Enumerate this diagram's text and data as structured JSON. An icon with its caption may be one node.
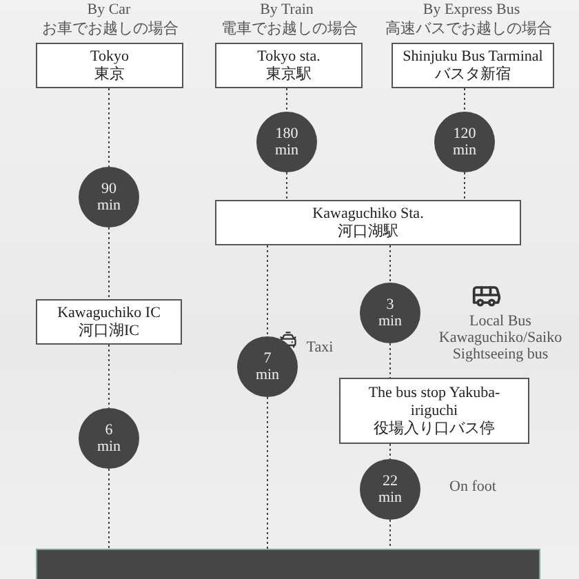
{
  "diagram": {
    "nodes": [
      {
        "text": [
          "Tokyo",
          "東京"
        ]
      },
      {
        "text": [
          "Tokyo sta.",
          "東京駅"
        ]
      },
      {
        "text": [
          "Shinjuku Bus Tarminal",
          "バスタ新宿"
        ]
      },
      {
        "text": [
          "90 min"
        ]
      },
      {
        "text": [
          "180 min"
        ]
      },
      {
        "text": [
          "120 min"
        ]
      },
      {
        "text": [
          "Kawaguchiko Sta.",
          "河口湖駅"
        ]
      },
      {
        "text": [
          "Kawaguchiko IC",
          "河口湖IC"
        ]
      },
      {
        "text": [
          "3 min"
        ],
        "beside": [
          "Local Bus Kawaguchiko/Saiko Sightseeing bus"
        ]
      },
      {
        "text": [
          "7 min"
        ],
        "beside": [
          "Taxi"
        ]
      },
      {
        "text": [
          "The bus stop Yakuba-iriguchi",
          "役場入り口バス停"
        ]
      },
      {
        "text": [
          "6 min"
        ]
      },
      {
        "text": [
          "22 min"
        ],
        "beside": [
          "On foot"
        ]
      },
      {
        "text": [],
        "shape": "bar"
      }
    ],
    "edges": [
      {
        "from": 0,
        "to": 3,
        "arrow": "none",
        "style": "dashed"
      },
      {
        "from": 3,
        "to": 7,
        "arrow": "none",
        "style": "dashed"
      },
      {
        "from": 7,
        "to": 11,
        "arrow": "none",
        "style": "dashed"
      },
      {
        "from": 11,
        "to": 13,
        "arrow": "none",
        "style": "dashed"
      },
      {
        "from": 1,
        "to": 4,
        "arrow": "none",
        "style": "dashed"
      },
      {
        "from": 4,
        "to": 6,
        "arrow": "none",
        "style": "dashed"
      },
      {
        "from": 6,
        "to": 9,
        "arrow": "none",
        "style": "dashed"
      },
      {
        "from": 9,
        "to": 13,
        "arrow": "none",
        "style": "dashed"
      },
      {
        "from": 2,
        "to": 5,
        "arrow": "none",
        "style": "dashed"
      },
      {
        "from": 5,
        "to": 6,
        "arrow": "none",
        "style": "dashed"
      },
      {
        "from": 6,
        "to": 8,
        "arrow": "none",
        "style": "dashed"
      },
      {
        "from": 8,
        "to": 10,
        "arrow": "none",
        "style": "dashed"
      },
      {
        "from": 10,
        "to": 12,
        "arrow": "none",
        "style": "dashed"
      },
      {
        "from": 12,
        "to": 13,
        "arrow": "none",
        "style": "dashed"
      }
    ],
    "labels": [
      "By Car",
      "By Train",
      "By Express Bus",
      "お車でお越しの場合",
      "電車でお越しの場合",
      "高速バスでお越しの場合"
    ]
  }
}
